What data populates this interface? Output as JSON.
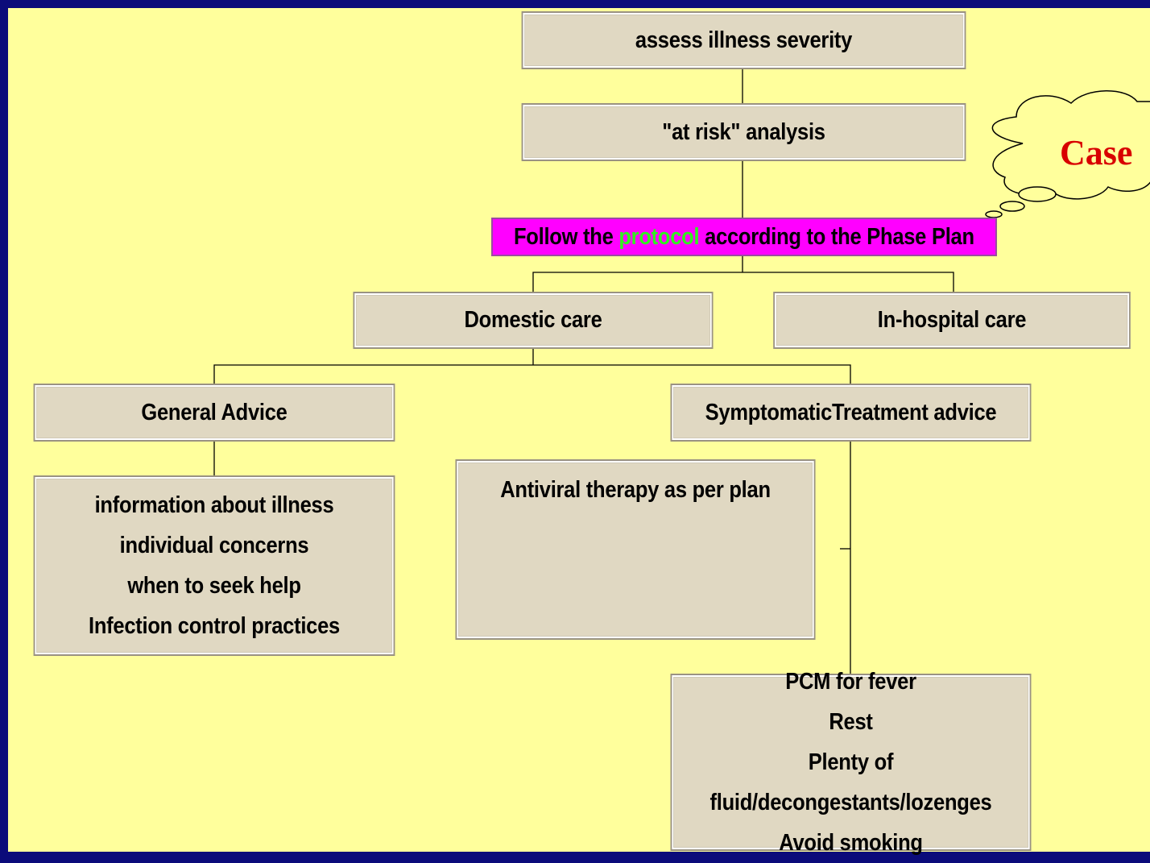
{
  "colors": {
    "frame": "#0b0b7a",
    "background": "#ffff9c",
    "box_fill": "#e0d8c2",
    "highlight_fill": "#ff00ff",
    "highlight_word": "#33ee22",
    "callout_text": "#d80000"
  },
  "flow": {
    "assess": "assess illness severity",
    "risk": "\"at risk\" analysis",
    "protocol": {
      "before": "Follow the ",
      "highlight": "protocol",
      "after": " according to the Phase Plan"
    },
    "domestic": "Domestic care",
    "hospital": "In-hospital care",
    "general": "General Advice",
    "symptomatic": "SymptomaticTreatment advice",
    "general_items": [
      "information about illness",
      "individual concerns",
      "when to seek help",
      "Infection control practices"
    ],
    "antiviral": "Antiviral therapy as per plan",
    "symptom_items": [
      "PCM for fever",
      "Rest",
      "Plenty of fluid/decongestants/lozenges",
      "Avoid smoking"
    ]
  },
  "callout": {
    "text": "Case",
    "icon": "thought-cloud-icon"
  }
}
